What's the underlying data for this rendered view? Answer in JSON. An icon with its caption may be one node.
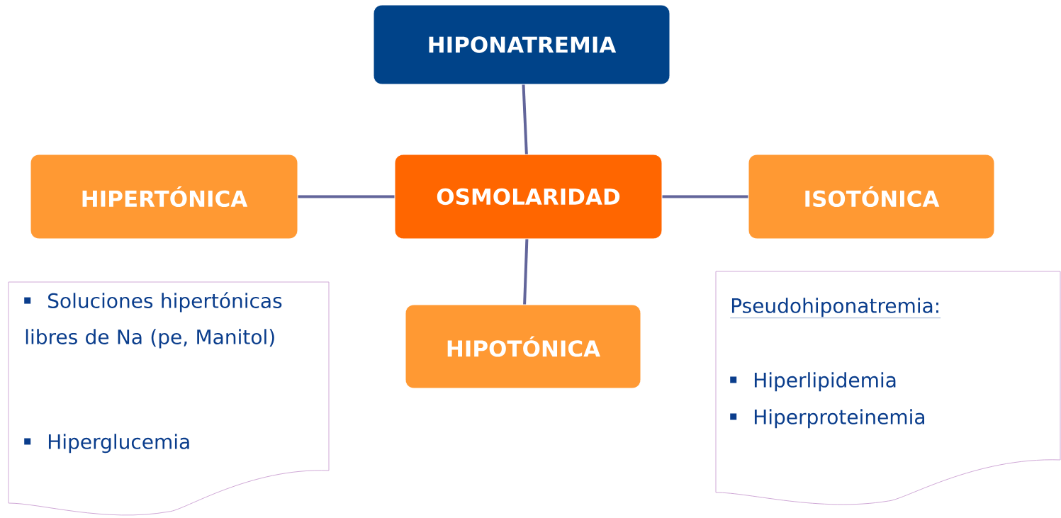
{
  "diagram": {
    "nodes": [
      {
        "text": [
          "HIPONATREMIA"
        ]
      },
      {
        "text": [
          "HIPERTÓNICA"
        ]
      },
      {
        "text": [
          "OSMOLARIDAD"
        ]
      },
      {
        "text": [
          "ISOTÓNICA"
        ]
      },
      {
        "text": [
          "HIPOTÓNICA"
        ]
      },
      {
        "text": [
          "Soluciones hipertónicas libres de Na (pe, Manitol)",
          "Hiperglucemia"
        ]
      },
      {
        "text": [
          "Pseudohiponatremia:",
          "Hiperlipidemia",
          "Hiperproteinemia"
        ]
      }
    ],
    "edges": [
      {
        "from": 0,
        "to": 2,
        "arrow": "none"
      },
      {
        "from": 1,
        "to": 2,
        "arrow": "none"
      },
      {
        "from": 2,
        "to": 3,
        "arrow": "none"
      },
      {
        "from": 2,
        "to": 4,
        "arrow": "none"
      }
    ]
  }
}
